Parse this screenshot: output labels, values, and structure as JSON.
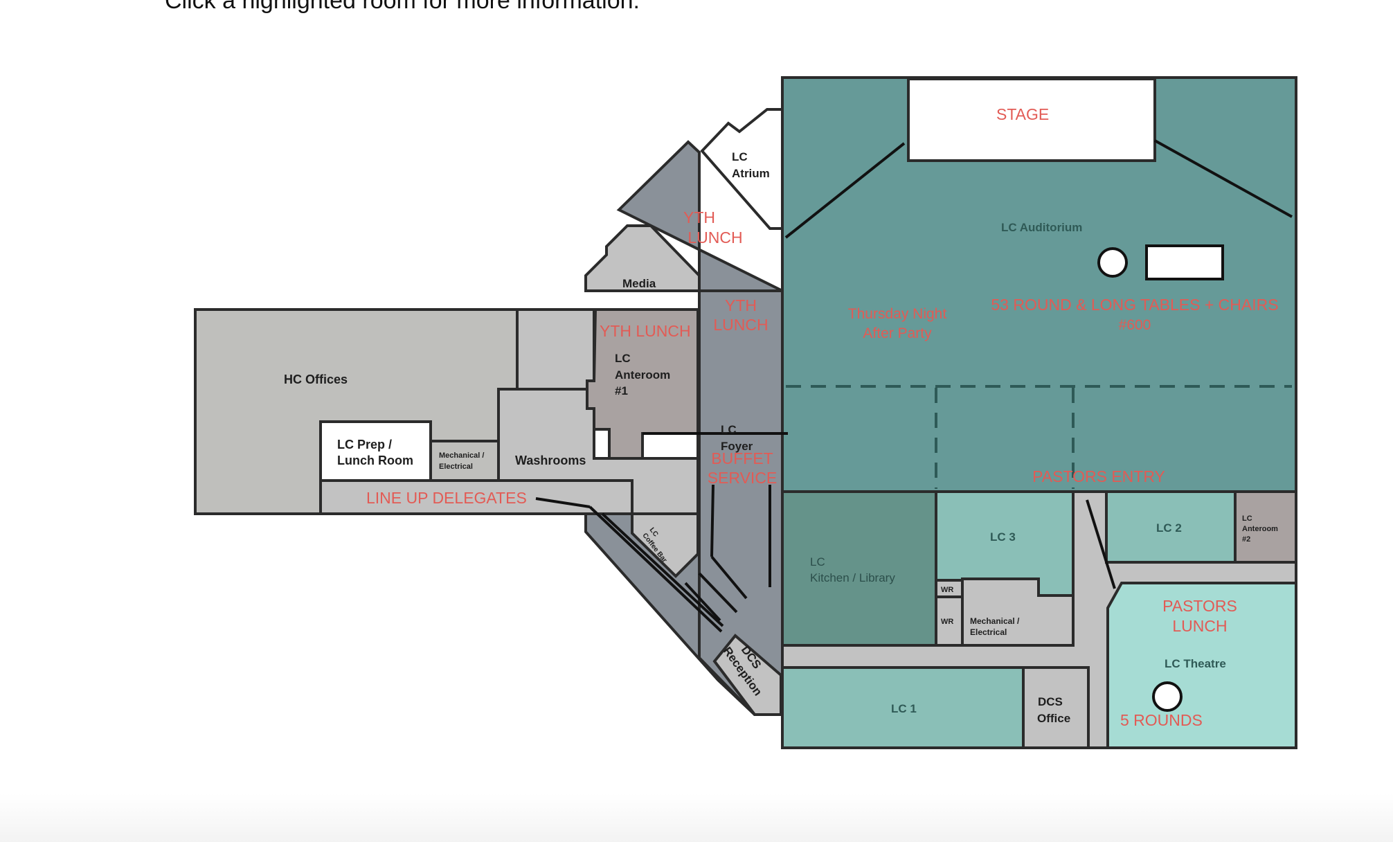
{
  "instruction": "Click a highlighted room for more information:",
  "colors": {
    "auditorium": "#669a98",
    "auditorium_lines": "#2e5a57",
    "teal_light": "#8abfb7",
    "teal_lighter": "#a6dcd4",
    "teal_mid": "#7fb5ae",
    "kitchen": "#65938a",
    "gray_light": "#c2c2c2",
    "gray_building": "#bfbfbc",
    "slate": "#8a9199",
    "anteroom": "#a9a2a1",
    "event_text": "#e25b55",
    "outline": "#2b2b2b"
  },
  "rooms": {
    "hc_offices": "HC Offices",
    "lc_prep": [
      "LC Prep /",
      "Lunch Room"
    ],
    "mech_elec_left": [
      "Mechanical /",
      "Electrical"
    ],
    "washrooms": "Washrooms",
    "lc_anteroom_1": [
      "LC",
      "Anteroom",
      "#1"
    ],
    "media": "Media",
    "lc_atrium": [
      "LC",
      "Atrium"
    ],
    "lc_foyer": [
      "LC",
      "Foyer"
    ],
    "lc_coffee_bar": [
      "LC",
      "Coffee Bar"
    ],
    "dcs_reception": [
      "DCS",
      "Reception"
    ],
    "stage": "STAGE",
    "lc_auditorium": "LC Auditorium",
    "lc_kitchen_library": [
      "LC",
      "Kitchen / Library"
    ],
    "lc_3": "LC 3",
    "lc_2": "LC 2",
    "lc_anteroom_2": [
      "LC",
      "Anteroom",
      "#2"
    ],
    "wr_1": "WR",
    "wr_2": "WR",
    "mech_elec_right": [
      "Mechanical /",
      "Electrical"
    ],
    "lc_theatre": "LC Theatre",
    "lc_1": "LC 1",
    "dcs_office": [
      "DCS",
      "Office"
    ]
  },
  "events": {
    "yth_lunch_upper": [
      "YTH",
      "LUNCH"
    ],
    "yth_lunch_lower": [
      "YTH",
      "LUNCH"
    ],
    "yth_lunch_anteroom": "YTH LUNCH",
    "buffet_service": [
      "BUFFET",
      "SERVICE"
    ],
    "line_up_delegates": "LINE UP DELEGATES",
    "thursday_night": [
      "Thursday Night",
      "After Party"
    ],
    "round_long_tables": [
      "53 ROUND & LONG TABLES + CHAIRS",
      "#600"
    ],
    "pastors_entry": "PASTORS ENTRY",
    "pastors_lunch": [
      "PASTORS",
      "LUNCH"
    ],
    "five_rounds": "5 ROUNDS"
  }
}
